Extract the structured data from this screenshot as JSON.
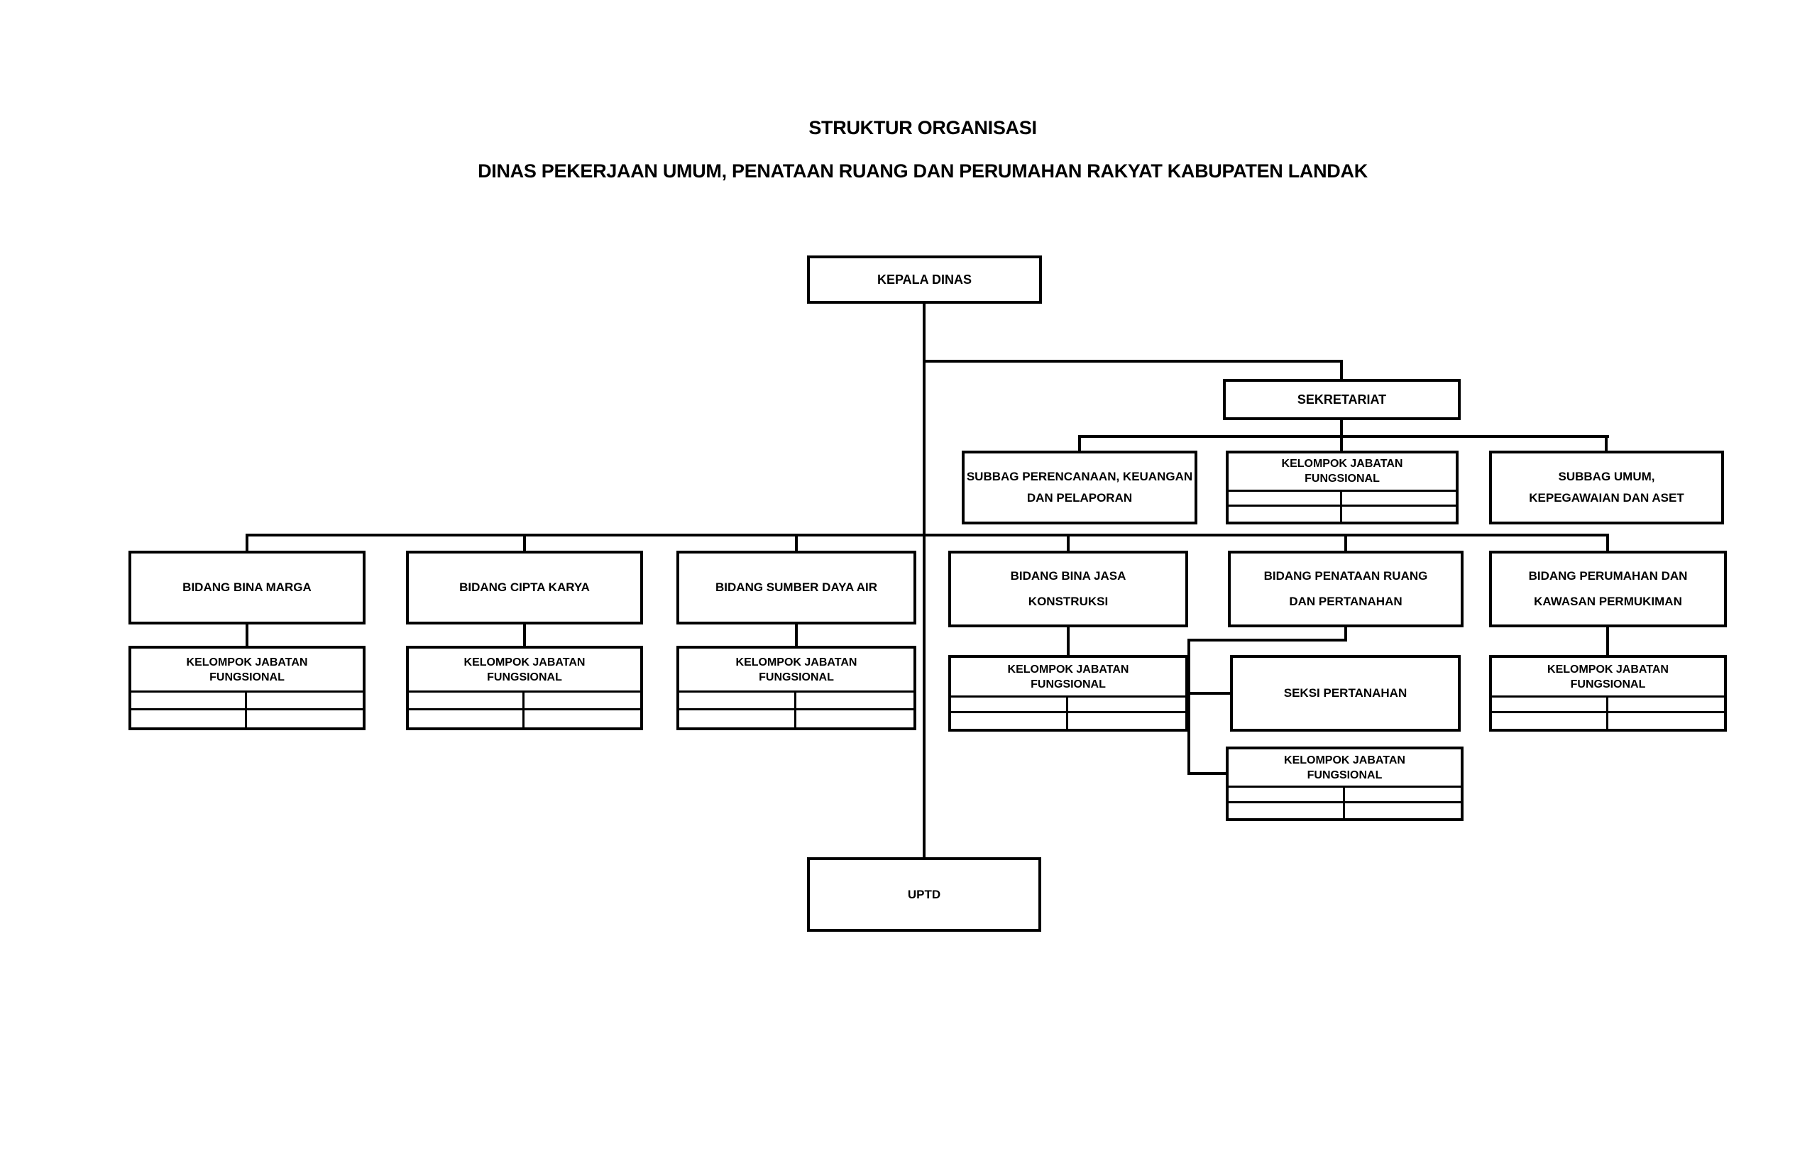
{
  "header": {
    "title": "STRUKTUR ORGANISASI",
    "subtitle": "DINAS PEKERJAAN UMUM, PENATAAN RUANG DAN PERUMAHAN RAKYAT KABUPATEN LANDAK"
  },
  "chart": {
    "kepala_dinas": "KEPALA DINAS",
    "sekretariat": "SEKRETARIAT",
    "subbag_perencanaan": {
      "line1": "SUBBAG PERENCANAAN, KEUANGAN",
      "line2": "DAN PELAPORAN"
    },
    "kelompok_jabatan": {
      "line1": "KELOMPOK JABATAN",
      "line2": "FUNGSIONAL"
    },
    "subbag_umum": {
      "line1": "SUBBAG UMUM,",
      "line2": "KEPEGAWAIAN DAN ASET"
    },
    "bidang": [
      {
        "line1": "BIDANG BINA MARGA",
        "line2": ""
      },
      {
        "line1": "BIDANG CIPTA KARYA",
        "line2": ""
      },
      {
        "line1": "BIDANG SUMBER DAYA AIR",
        "line2": ""
      },
      {
        "line1": "BIDANG BINA JASA",
        "line2": "KONSTRUKSI"
      },
      {
        "line1": "BIDANG PENATAAN RUANG",
        "line2": "DAN PERTANAHAN"
      },
      {
        "line1": "BIDANG PERUMAHAN DAN",
        "line2": "KAWASAN PERMUKIMAN"
      }
    ],
    "seksi_pertanahan": "SEKSI PERTANAHAN",
    "uptd": "UPTD"
  },
  "colors": {
    "line": "#000000",
    "text": "#000000",
    "box_background": "#ffffff",
    "page_background": "#ffffff"
  }
}
